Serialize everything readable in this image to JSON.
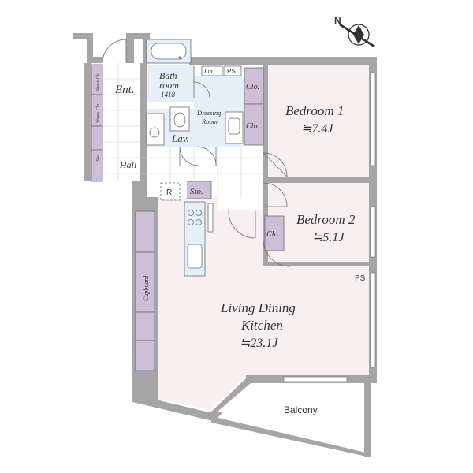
{
  "rooms": {
    "bedroom1": {
      "name": "Bedroom 1",
      "size": "≒7.4J"
    },
    "bedroom2": {
      "name": "Bedroom 2",
      "size": "≒5.1J"
    },
    "ldk": {
      "name_line1": "Living Dining",
      "name_line2": "Kitchen",
      "size": "≒23.1J"
    },
    "bathroom": {
      "name_line1": "Bath",
      "name_line2": "room",
      "size": "1418"
    },
    "dressing": {
      "name_line1": "Dressing",
      "name_line2": "Room"
    },
    "entrance": "Ent.",
    "hall": "Hall",
    "lavatory": "Lav.",
    "balcony": "Balcony"
  },
  "storage_labels": {
    "closet": "Clo.",
    "storage": "Sto.",
    "linen": "Lin.",
    "pipe_space": "PS",
    "refrigerator": "R",
    "cupboard": "Cupboard",
    "shoe_closet": "Shoes Clo.",
    "shoe_storage": "Sto."
  },
  "compass": {
    "north": "N"
  },
  "colors": {
    "wall": "#a5a5a8",
    "room_floor": "#f6f0f1",
    "wet_area": "#e6eff8",
    "storage": "#cdbfd6"
  }
}
